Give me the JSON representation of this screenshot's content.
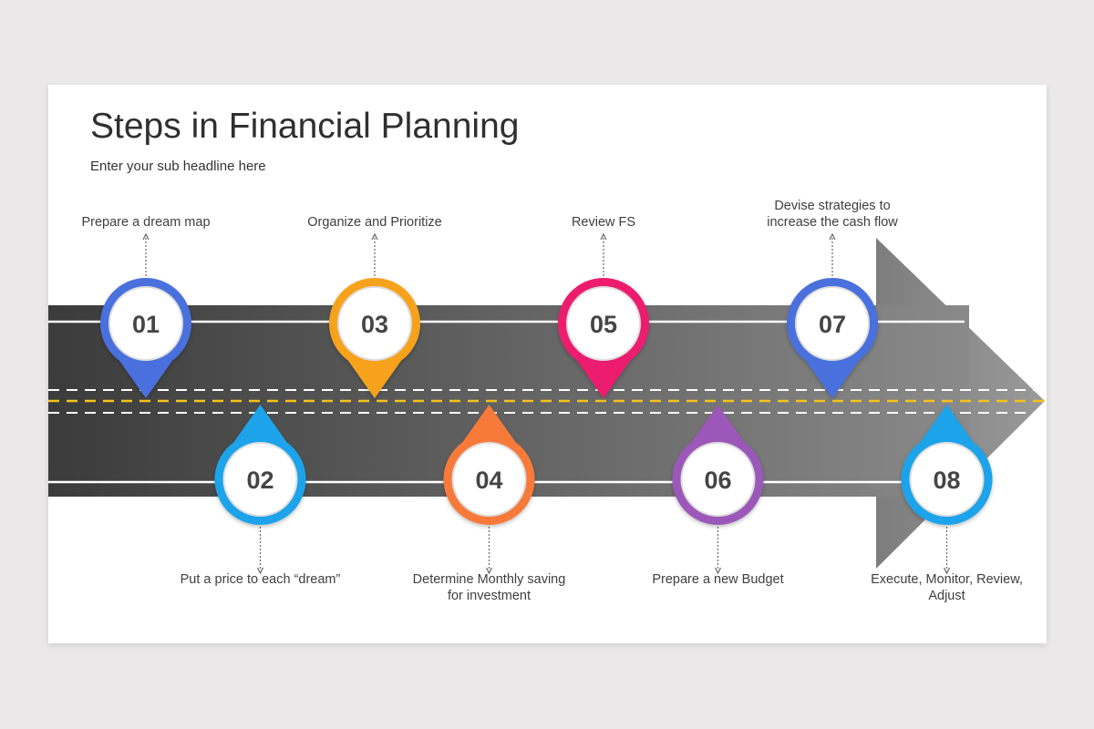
{
  "title": "Steps in Financial Planning",
  "subtitle": "Enter your sub headline here",
  "road": {
    "asphalt_dark": "#3b3b3b",
    "asphalt_light": "#8a8a8a",
    "center_line": "#f6c21c",
    "lane_line": "#ffffff"
  },
  "steps": [
    {
      "number": "01",
      "label": "Prepare a dream map",
      "color": "#4a6fdc"
    },
    {
      "number": "02",
      "label": "Put a price to each “dream”",
      "color": "#1aa3ea"
    },
    {
      "number": "03",
      "label": "Organize and Prioritize",
      "color": "#f6a21e"
    },
    {
      "number": "04",
      "label": "Determine Monthly saving for investment",
      "color": "#f77a3b"
    },
    {
      "number": "05",
      "label": "Review FS",
      "color": "#ec1f6e"
    },
    {
      "number": "06",
      "label": "Prepare a new Budget",
      "color": "#9b58b8"
    },
    {
      "number": "07",
      "label": "Devise strategies to increase the cash flow",
      "color": "#4a6fdc"
    },
    {
      "number": "08",
      "label": "Execute, Monitor, Review, Adjust",
      "color": "#1aa3ea"
    }
  ]
}
